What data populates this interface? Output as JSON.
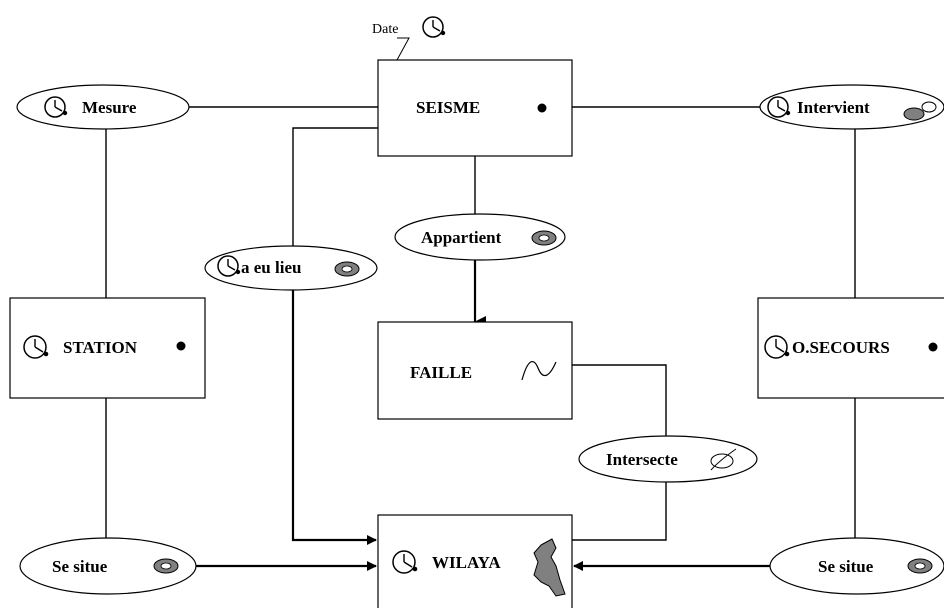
{
  "date_label": "Date",
  "entities": {
    "seisme": "SEISME",
    "station": "STATION",
    "faille": "FAILLE",
    "osecours": "O.SECOURS",
    "wilaya": "WILAYA"
  },
  "relations": {
    "mesure": "Mesure",
    "intervient": "Intervient",
    "appartient": "Appartient",
    "a_eu_lieu": "a eu lieu",
    "intersecte": "Intersecte",
    "se_situe_left": "Se situe",
    "se_situe_right": "Se situe"
  }
}
